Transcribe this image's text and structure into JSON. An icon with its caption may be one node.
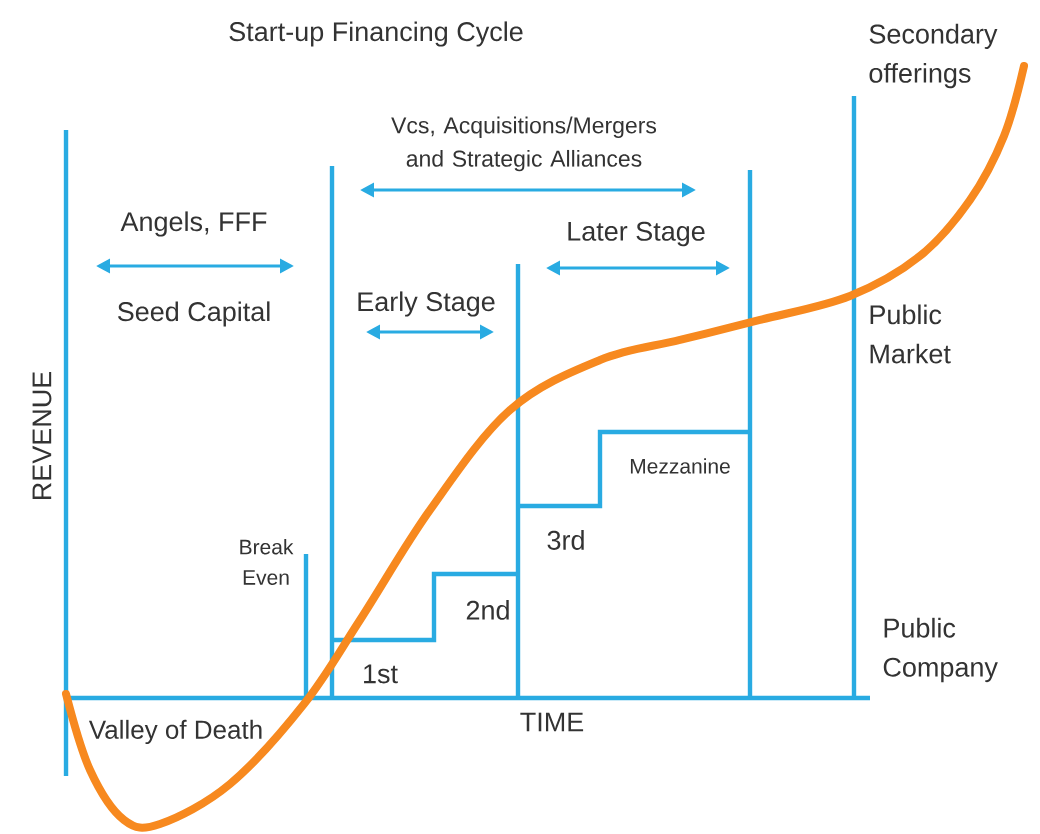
{
  "diagram": {
    "title": "Start-up Financing Cycle",
    "labels": [
      "Secondary offerings",
      "Vcs, Acquisitions/Mergers and Strategic Alliances",
      "Angels, FFF",
      "Later Stage",
      "Seed Capital",
      "Early Stage",
      "Public Market",
      "REVENUE",
      "Mezzanine",
      "3rd",
      "Break Even",
      "2nd",
      "Public Company",
      "1st",
      "TIME",
      "Valley of Death"
    ]
  }
}
